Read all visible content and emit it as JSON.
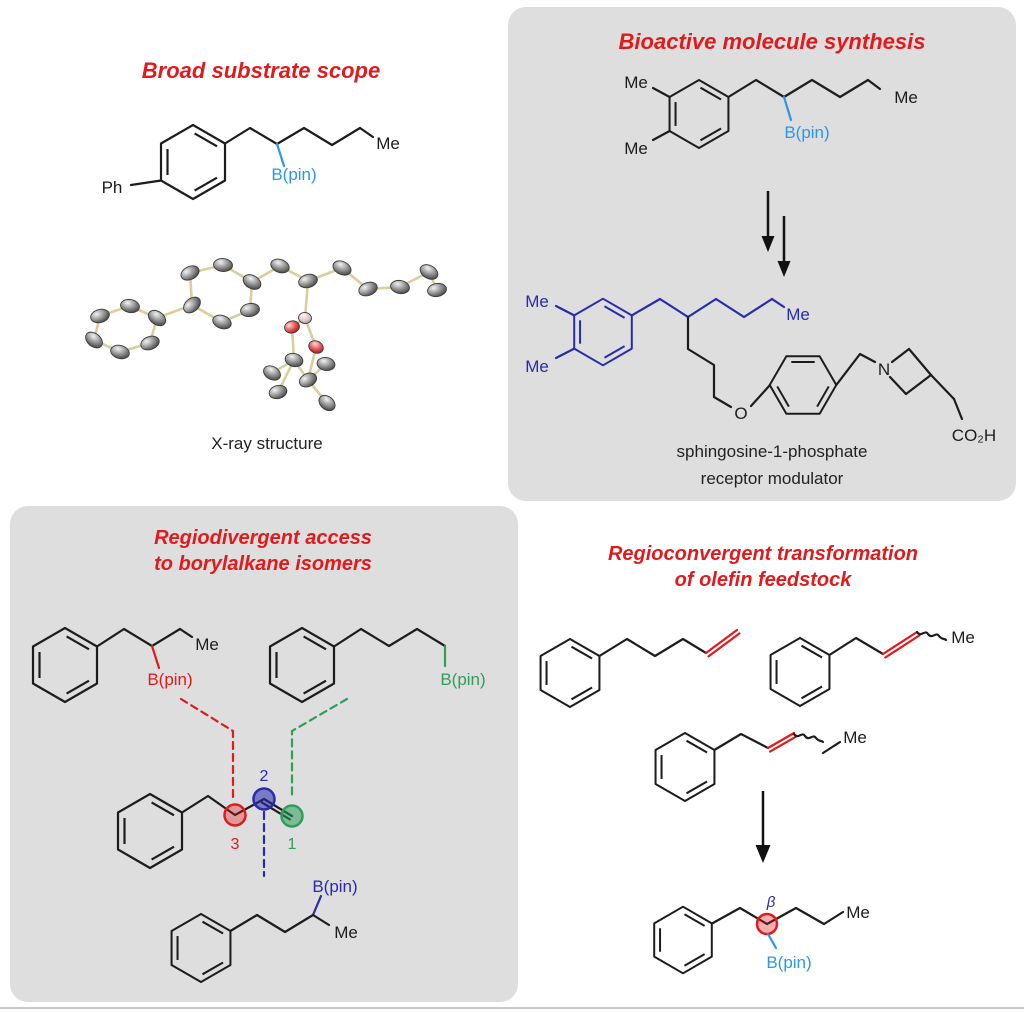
{
  "figure": {
    "colors": {
      "title_red": "#e01b1e",
      "bpin_light_blue": "#2e97e5",
      "dark_blue": "#2a2aad",
      "green": "#2e9e5b",
      "bond_black": "#1c1c1c",
      "panel_gray": "#dedede",
      "ortep_bond_tan": "#d8cf9c"
    },
    "labels": {
      "me": "Me",
      "ph": "Ph",
      "bpin": "B(pin)",
      "o": "O",
      "n": "N",
      "co2h": "CO₂H",
      "beta": "β",
      "pos1": "1",
      "pos2": "2",
      "pos3": "3"
    },
    "panels": {
      "broad_scope": {
        "title": "Broad substrate scope",
        "caption": "X-ray structure"
      },
      "bioactive": {
        "title": "Bioactive molecule synthesis",
        "caption_line1": "sphingosine-1-phosphate",
        "caption_line2": "receptor modulator"
      },
      "regiodivergent": {
        "title_line1": "Regiodivergent access",
        "title_line2": "to borylalkane isomers"
      },
      "regioconvergent": {
        "title_line1": "Regioconvergent transformation",
        "title_line2": "of olefin feedstock"
      }
    }
  }
}
